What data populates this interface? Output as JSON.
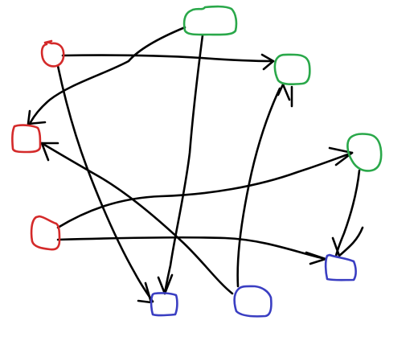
{
  "colors": {
    "background": "#ffffff",
    "stroke": "#000000",
    "red": "#d42a2a",
    "green": "#2aa84a",
    "blue": "#3a3ec2"
  },
  "nodes": [
    {
      "id": "red-top",
      "color": "red"
    },
    {
      "id": "red-middle",
      "color": "red"
    },
    {
      "id": "red-bottom",
      "color": "red"
    },
    {
      "id": "green-top",
      "color": "green"
    },
    {
      "id": "green-middle",
      "color": "green"
    },
    {
      "id": "green-right",
      "color": "green"
    },
    {
      "id": "blue-left",
      "color": "blue"
    },
    {
      "id": "blue-middle",
      "color": "blue"
    },
    {
      "id": "blue-right",
      "color": "blue"
    }
  ],
  "edges": [
    {
      "from": "red-top",
      "to": "green-middle"
    },
    {
      "from": "red-top",
      "to": "blue-left"
    },
    {
      "from": "green-top",
      "to": "red-middle"
    },
    {
      "from": "green-top",
      "to": "blue-left"
    },
    {
      "from": "red-bottom",
      "to": "green-right"
    },
    {
      "from": "red-bottom",
      "to": "blue-right"
    },
    {
      "from": "blue-middle",
      "to": "red-middle"
    },
    {
      "from": "blue-middle",
      "to": "green-middle"
    },
    {
      "from": "green-right",
      "to": "blue-right"
    }
  ]
}
